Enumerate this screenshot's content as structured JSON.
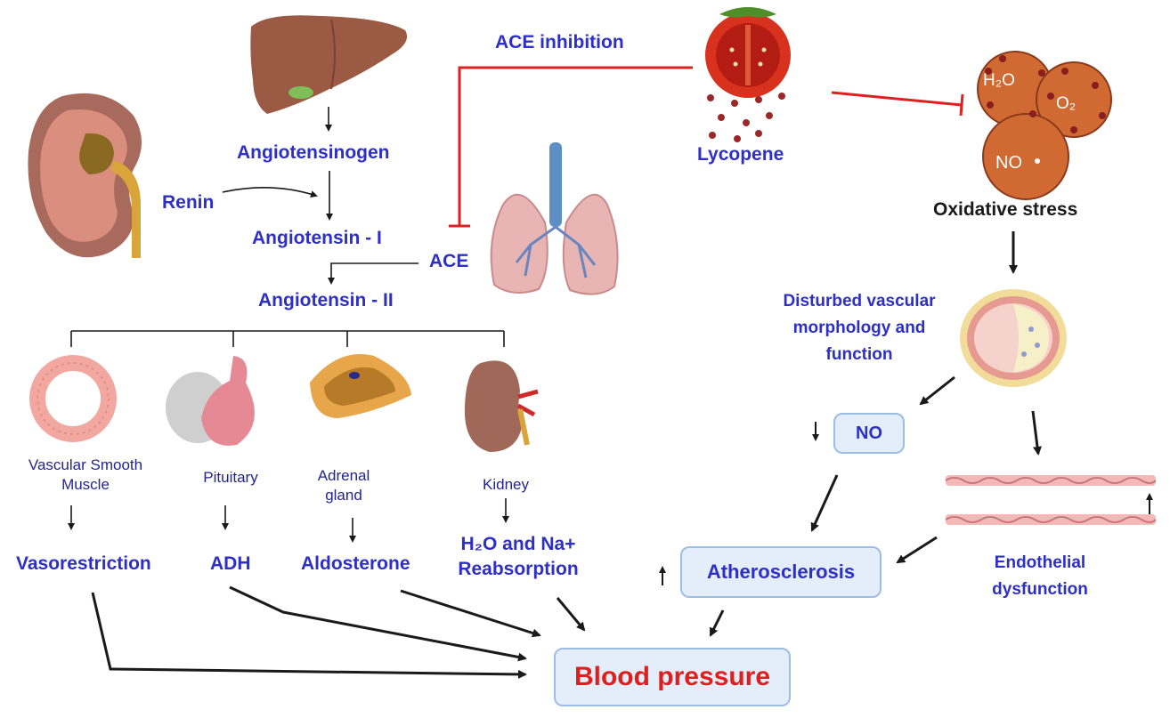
{
  "raas": {
    "angiotensinogen": "Angiotensinogen",
    "renin": "Renin",
    "angiotensin_1": "Angiotensin - I",
    "ace": "ACE",
    "angiotensin_2": "Angiotensin - II"
  },
  "targets": [
    {
      "organ": "Vascular Smooth\nMuscle",
      "effect": "Vasorestriction"
    },
    {
      "organ": "Pituitary",
      "effect": "ADH"
    },
    {
      "organ": "Adrenal\ngland",
      "effect": "Aldosterone"
    },
    {
      "organ": "Kidney",
      "effect": "H₂O and Na+\nReabsorption"
    }
  ],
  "lycopene": {
    "ace_inhibition": "ACE inhibition",
    "name": "Lycopene"
  },
  "oxidative": {
    "h2o": "H₂O",
    "o2": "O₂",
    "no_radical": "NO",
    "title": "Oxidative stress",
    "disturbed": "Disturbed vascular\nmorphology and\nfunction",
    "no_box": "NO",
    "endothelial": "Endothelial\ndysfunction",
    "atherosclerosis": "Atherosclerosis"
  },
  "outcome": {
    "blood_pressure": "Blood pressure"
  },
  "colors": {
    "blue_text": "#2d2fc7",
    "inhibition_line": "#e02020",
    "blood_pressure": "#e01e1e"
  }
}
